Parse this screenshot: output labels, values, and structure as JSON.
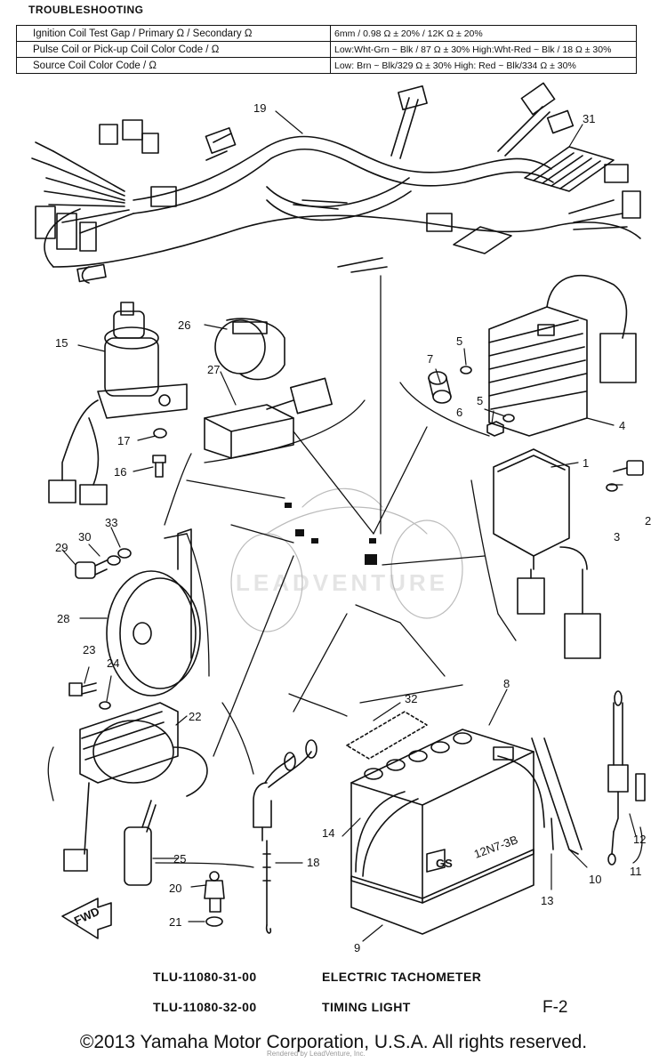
{
  "troubleshooting": {
    "title": "TROUBLESHOOTING",
    "rows": [
      {
        "label": "Ignition Coil Test Gap / Primary Ω / Secondary Ω",
        "value": "6mm / 0.98 Ω ± 20% / 12K Ω ± 20%"
      },
      {
        "label": "Pulse Coil or Pick-up Coil Color Code / Ω",
        "value": "Low:Wht-Grn ~ Blk / 87 Ω ± 30%  High:Wht-Red ~ Blk / 18 Ω ± 30%"
      },
      {
        "label": "Source Coil Color Code / Ω",
        "value": "Low: Brn ~ Blk/329 Ω ± 30%  High: Red ~ Blk/334 Ω ± 30%"
      }
    ]
  },
  "callouts": [
    "1",
    "2",
    "3",
    "4",
    "5",
    "5",
    "6",
    "7",
    "8",
    "9",
    "10",
    "11",
    "12",
    "13",
    "14",
    "15",
    "16",
    "17",
    "18",
    "19",
    "20",
    "21",
    "22",
    "23",
    "24",
    "25",
    "26",
    "27",
    "28",
    "29",
    "30",
    "31",
    "32",
    "33"
  ],
  "fwd_label": "FWD",
  "battery_text": {
    "brand": "GS",
    "model": "12N7-3B"
  },
  "watermark": "LEADVENTURE",
  "footer": {
    "items": [
      {
        "part_no": "TLU-11080-31-00",
        "desc": "ELECTRIC TACHOMETER"
      },
      {
        "part_no": "TLU-11080-32-00",
        "desc": "TIMING LIGHT"
      }
    ],
    "figure": "F-2",
    "copyright": "©2013 Yamaha Motor Corporation, U.S.A. All rights reserved.",
    "small_watermark": "Rendered by LeadVenture, Inc."
  }
}
